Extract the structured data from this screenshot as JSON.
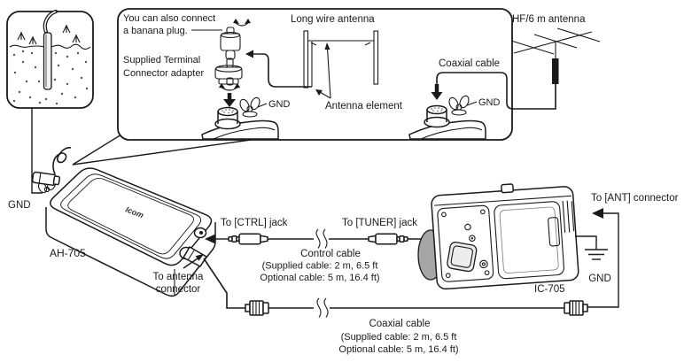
{
  "ground": {
    "gnd_label": "GND"
  },
  "callout": {
    "note_line1": "You can also connect",
    "note_line2": "a banana plug.",
    "adapter_line1": "Supplied Terminal",
    "adapter_line2": "Connector adapter",
    "gnd_left": "GND",
    "longwire_title": "Long wire antenna",
    "antenna_element": "Antenna element",
    "coax_label": "Coaxial cable",
    "gnd_right": "GND",
    "hf_title": "HF/6 m antenna"
  },
  "tuner": {
    "name": "AH-705",
    "logo": "Icom",
    "to_antenna_line1": "To antenna",
    "to_antenna_line2": "connector"
  },
  "control_cable": {
    "to_ctrl": "To [CTRL] jack",
    "to_tuner": "To [TUNER] jack",
    "title": "Control cable",
    "supplied": "(Supplied cable: 2 m, 6.5 ft",
    "optional": "Optional cable: 5 m, 16.4 ft)"
  },
  "coax_cable": {
    "title": "Coaxial cable",
    "supplied": "(Supplied cable: 2 m, 6.5 ft",
    "optional": "Optional cable: 5 m, 16.4 ft)"
  },
  "radio": {
    "name": "IC-705",
    "to_ant": "To [ANT] connector",
    "gnd_label": "GND"
  }
}
